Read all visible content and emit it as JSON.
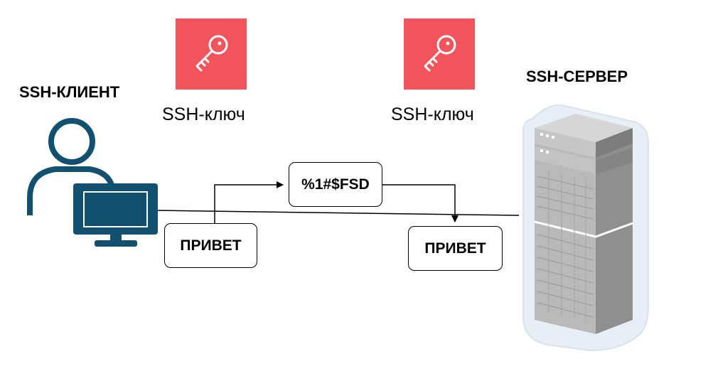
{
  "client": {
    "title": "SSH-КЛИЕНТ"
  },
  "server": {
    "title": "SSH-СЕРВЕР"
  },
  "keys": [
    {
      "label": "SSH-ключ"
    },
    {
      "label": "SSH-ключ"
    }
  ],
  "messages": {
    "plaintext_client": "ПРИВЕТ",
    "encrypted": "%1#$FSD",
    "plaintext_server": "ПРИВЕТ"
  },
  "colors": {
    "key_tile": "#f2545b",
    "user_icon": "#12506f",
    "server_body": "#9a9a9a",
    "server_halo": "#e8eef5"
  }
}
